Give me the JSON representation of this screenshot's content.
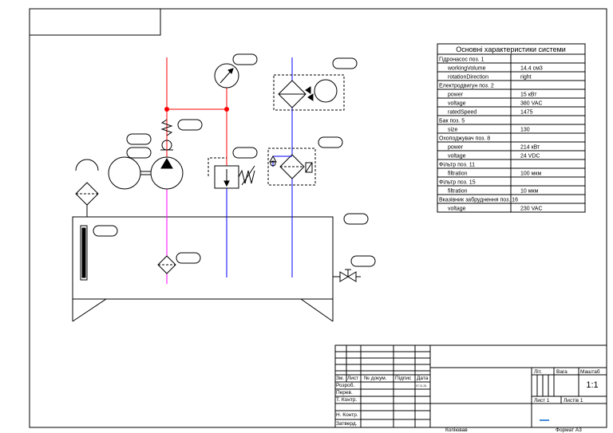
{
  "specs": {
    "title": "Основні характеристики системи",
    "rows": [
      {
        "label": "Гідронасос поз. 1",
        "value": "",
        "sub": false
      },
      {
        "label": "workingVolume",
        "value": "14.4 см3",
        "sub": true
      },
      {
        "label": "rotationDirection",
        "value": "right",
        "sub": true
      },
      {
        "label": "Електродвигун поз. 2",
        "value": "",
        "sub": false
      },
      {
        "label": "power",
        "value": "15 кВт",
        "sub": true
      },
      {
        "label": "voltage",
        "value": "380 VAC",
        "sub": true
      },
      {
        "label": "ratedSpeed",
        "value": "1475",
        "sub": true
      },
      {
        "label": "Бак поз. 5",
        "value": "",
        "sub": false
      },
      {
        "label": "size",
        "value": "130",
        "sub": true
      },
      {
        "label": "Охоподжувач поз. 8",
        "value": "",
        "sub": false
      },
      {
        "label": "power",
        "value": "214 кВт",
        "sub": true
      },
      {
        "label": "voltage",
        "value": "24 VDC",
        "sub": true
      },
      {
        "label": "Фільтр поз. 11",
        "value": "",
        "sub": false
      },
      {
        "label": "filtration",
        "value": "100 мкм",
        "sub": true
      },
      {
        "label": "Фільтр поз. 15",
        "value": "",
        "sub": false
      },
      {
        "label": "filtration",
        "value": "10 мкм",
        "sub": true
      },
      {
        "label": "Вказівник забруднення поз. 16",
        "value": "",
        "sub": false
      },
      {
        "label": "voltage",
        "value": "230 VAC",
        "sub": true
      }
    ]
  },
  "title_block": {
    "zm": "Зм.",
    "list": "Лист",
    "doc_no": "№ докум.",
    "signature": "Підпис",
    "date": "Дата",
    "date_value": "07.11.24",
    "developed": "Розроб.",
    "checked": "Перев.",
    "t_control": "Т. Контр.",
    "n_control": "Н. Контр.",
    "approved": "Затверд.",
    "lit": "Літ.",
    "mass": "Вага",
    "scale": "Маштаб",
    "scale_value": "1:1",
    "sheet": "Лист 1",
    "sheets": "Листів 1",
    "copied": "Копіював",
    "format": "Формат А3"
  },
  "colors": {
    "pressure": "#ff0000",
    "return": "#0000ff",
    "suction": "#ff00ff",
    "accent": "#0066cc"
  }
}
